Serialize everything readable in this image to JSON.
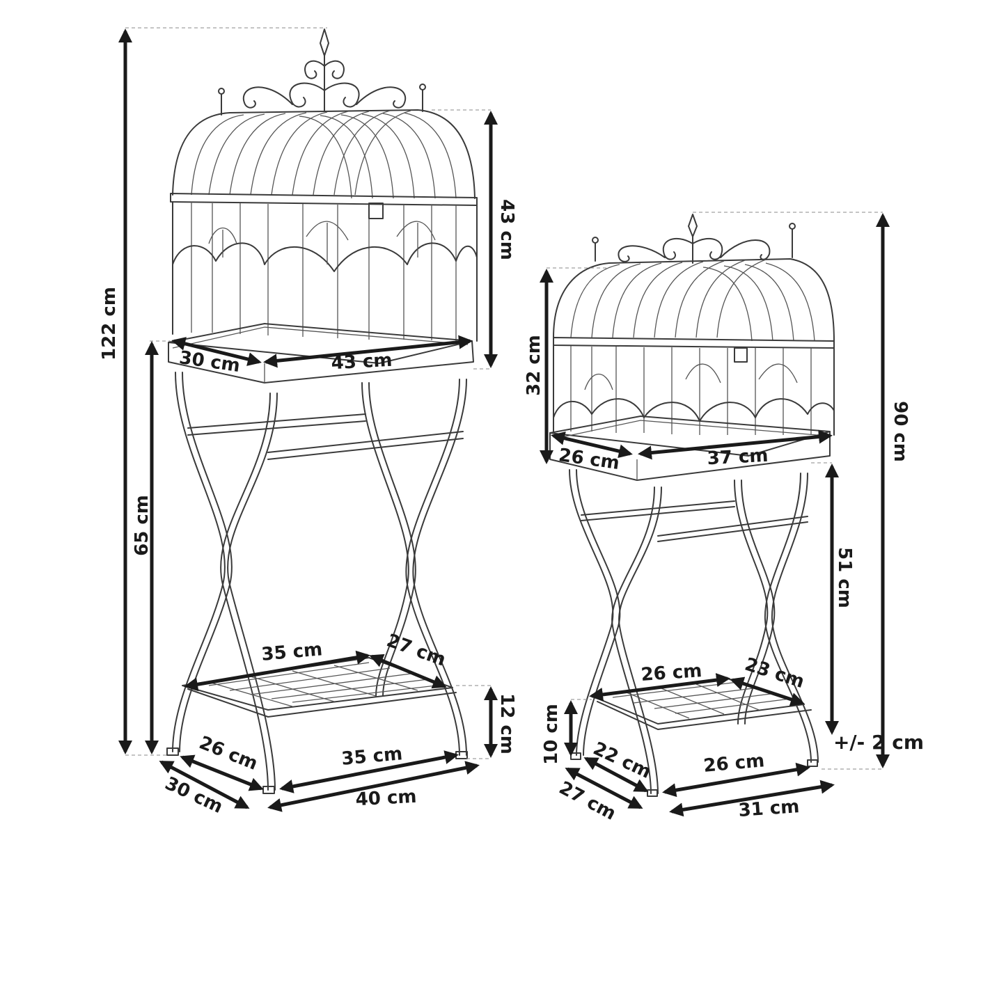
{
  "tolerance": "+/- 2 cm",
  "large_stand": {
    "total_height": "122 cm",
    "cage_height": "43 cm",
    "stand_height": "65 cm",
    "tray_depth": "30 cm",
    "tray_width": "43 cm",
    "shelf_width": "35 cm",
    "shelf_depth": "27 cm",
    "shelf_height": "12 cm",
    "inner_depth": "26 cm",
    "inner_width": "35 cm",
    "base_depth": "30 cm",
    "base_width": "40 cm"
  },
  "small_stand": {
    "total_height": "90 cm",
    "cage_height": "32 cm",
    "stand_height": "51 cm",
    "tray_depth": "26 cm",
    "tray_width": "37 cm",
    "shelf_width": "26 cm",
    "shelf_depth": "23 cm",
    "shelf_height": "10 cm",
    "inner_depth": "22 cm",
    "inner_width": "26 cm",
    "base_depth": "27 cm",
    "base_width": "31 cm"
  }
}
